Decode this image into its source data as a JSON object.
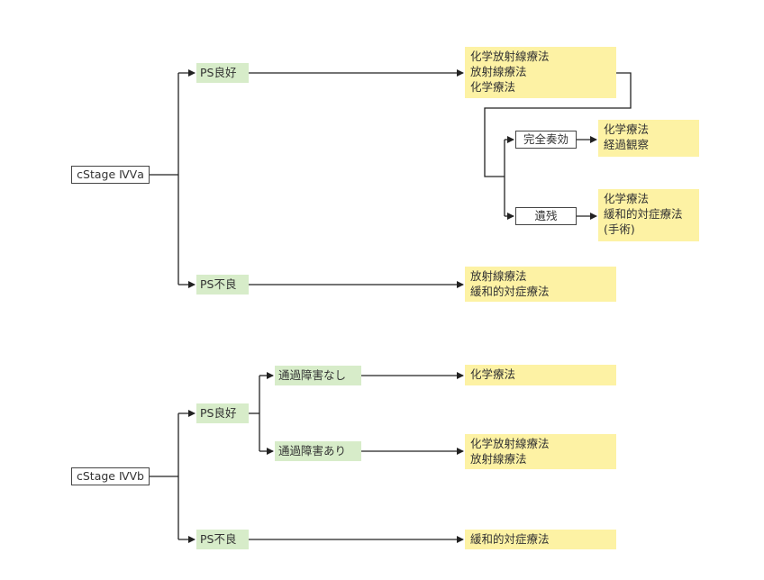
{
  "stage_iva": {
    "label": "cStage ⅣⅤa",
    "ps_good": "PS良好",
    "ps_good_treatments": [
      "化学放射線療法",
      "放射線療法",
      "化学療法"
    ],
    "complete_response": "完全奏効",
    "complete_response_treatments": [
      "化学療法",
      "経過観察"
    ],
    "residual": "遺残",
    "residual_treatments": [
      "化学療法",
      "緩和的対症療法",
      "(手術)"
    ],
    "ps_poor": "PS不良",
    "ps_poor_treatments": [
      "放射線療法",
      "緩和的対症療法"
    ]
  },
  "stage_ivb": {
    "label": "cStage ⅣⅤb",
    "ps_good": "PS良好",
    "no_obstruction": "通過障害なし",
    "no_obstruction_treatments": [
      "化学療法"
    ],
    "obstruction": "通過障害あり",
    "obstruction_treatments": [
      "化学放射線療法",
      "放射線療法"
    ],
    "ps_poor": "PS不良",
    "ps_poor_treatments": [
      "緩和的対症療法"
    ]
  },
  "colors": {
    "condition_fill": "#d7ecc9",
    "treatment_fill": "#fdf2a4",
    "line": "#222222"
  }
}
